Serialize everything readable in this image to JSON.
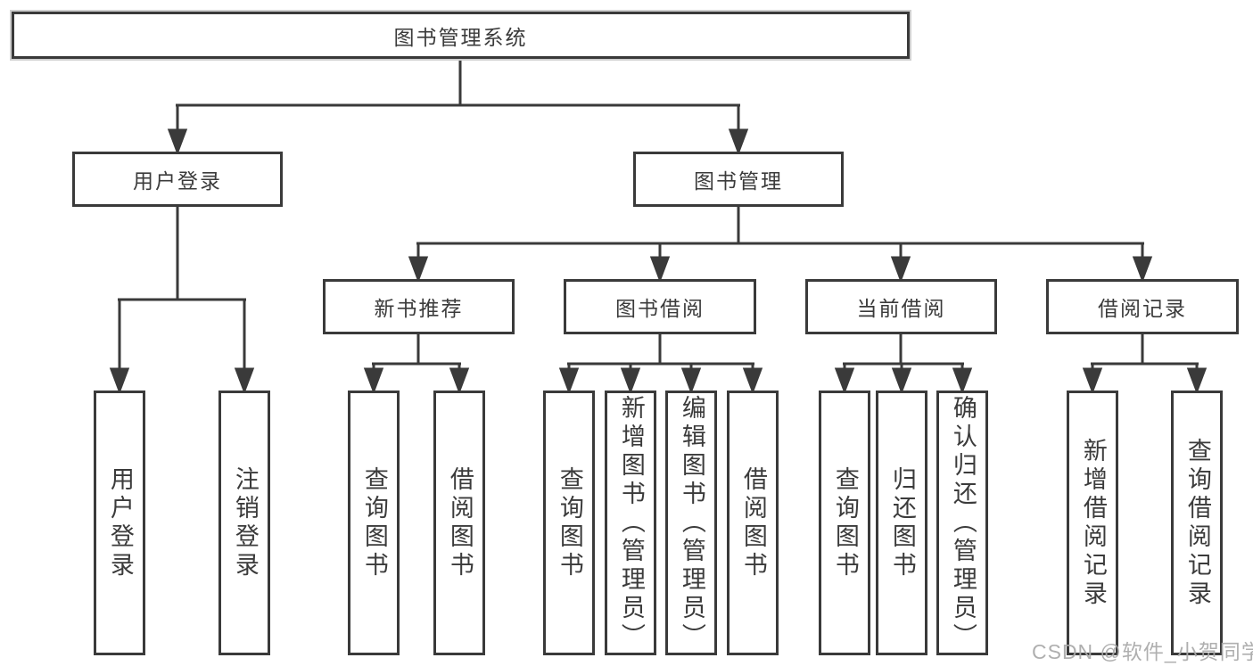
{
  "diagram": {
    "root": "图书管理系统",
    "level2": [
      "用户登录",
      "图书管理"
    ],
    "level3": [
      "新书推荐",
      "图书借阅",
      "当前借阅",
      "借阅记录"
    ],
    "leaves": {
      "user": [
        "用户登录",
        "注销登录"
      ],
      "new_book": [
        "查询图书",
        "借阅图书"
      ],
      "borrow": [
        "查询图书",
        "新增图书（管理员）",
        "编辑图书（管理员）",
        "借阅图书"
      ],
      "current": [
        "查询图书",
        "归还图书",
        "确认归还（管理员）"
      ],
      "record": [
        "新增借阅记录",
        "查询借阅记录"
      ]
    }
  },
  "watermark": {
    "text": "CSDN @软件_小贺同学",
    "color": "#a9a9a9"
  },
  "colors": {
    "line": "#3a3a3a",
    "box_border": "#3a3a3a",
    "text": "#3b3b3b",
    "background": "#ffffff"
  }
}
